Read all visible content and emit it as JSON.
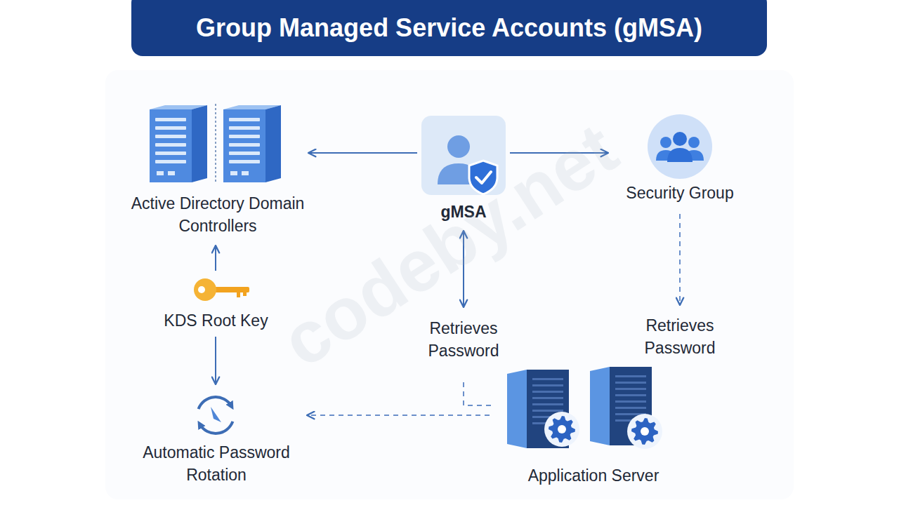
{
  "diagram": {
    "title": "Group Managed Service Accounts (gMSA)",
    "nodes": [
      {
        "text": [
          "Active Directory Domain Controllers"
        ]
      },
      {
        "text": [
          "gMSA"
        ]
      },
      {
        "text": [
          "Security Group"
        ]
      },
      {
        "text": [
          "KDS Root Key"
        ]
      },
      {
        "text": [
          "Automatic Password Rotation"
        ]
      },
      {
        "text": [
          "Application Server"
        ]
      }
    ],
    "edges": [
      {
        "from": 1,
        "to": 0,
        "arrow": "to"
      },
      {
        "from": 1,
        "to": 2,
        "arrow": "to"
      },
      {
        "from": 1,
        "to": 5,
        "label": "Retrieves Password",
        "arrow": "both"
      },
      {
        "from": 2,
        "to": 5,
        "label": "Retrieves Password",
        "arrow": "to"
      },
      {
        "from": 3,
        "to": 0,
        "arrow": "to"
      },
      {
        "from": 3,
        "to": 4,
        "arrow": "to"
      },
      {
        "from": 5,
        "to": 4,
        "arrow": "to"
      }
    ],
    "labels": [
      "codeby.net"
    ]
  }
}
